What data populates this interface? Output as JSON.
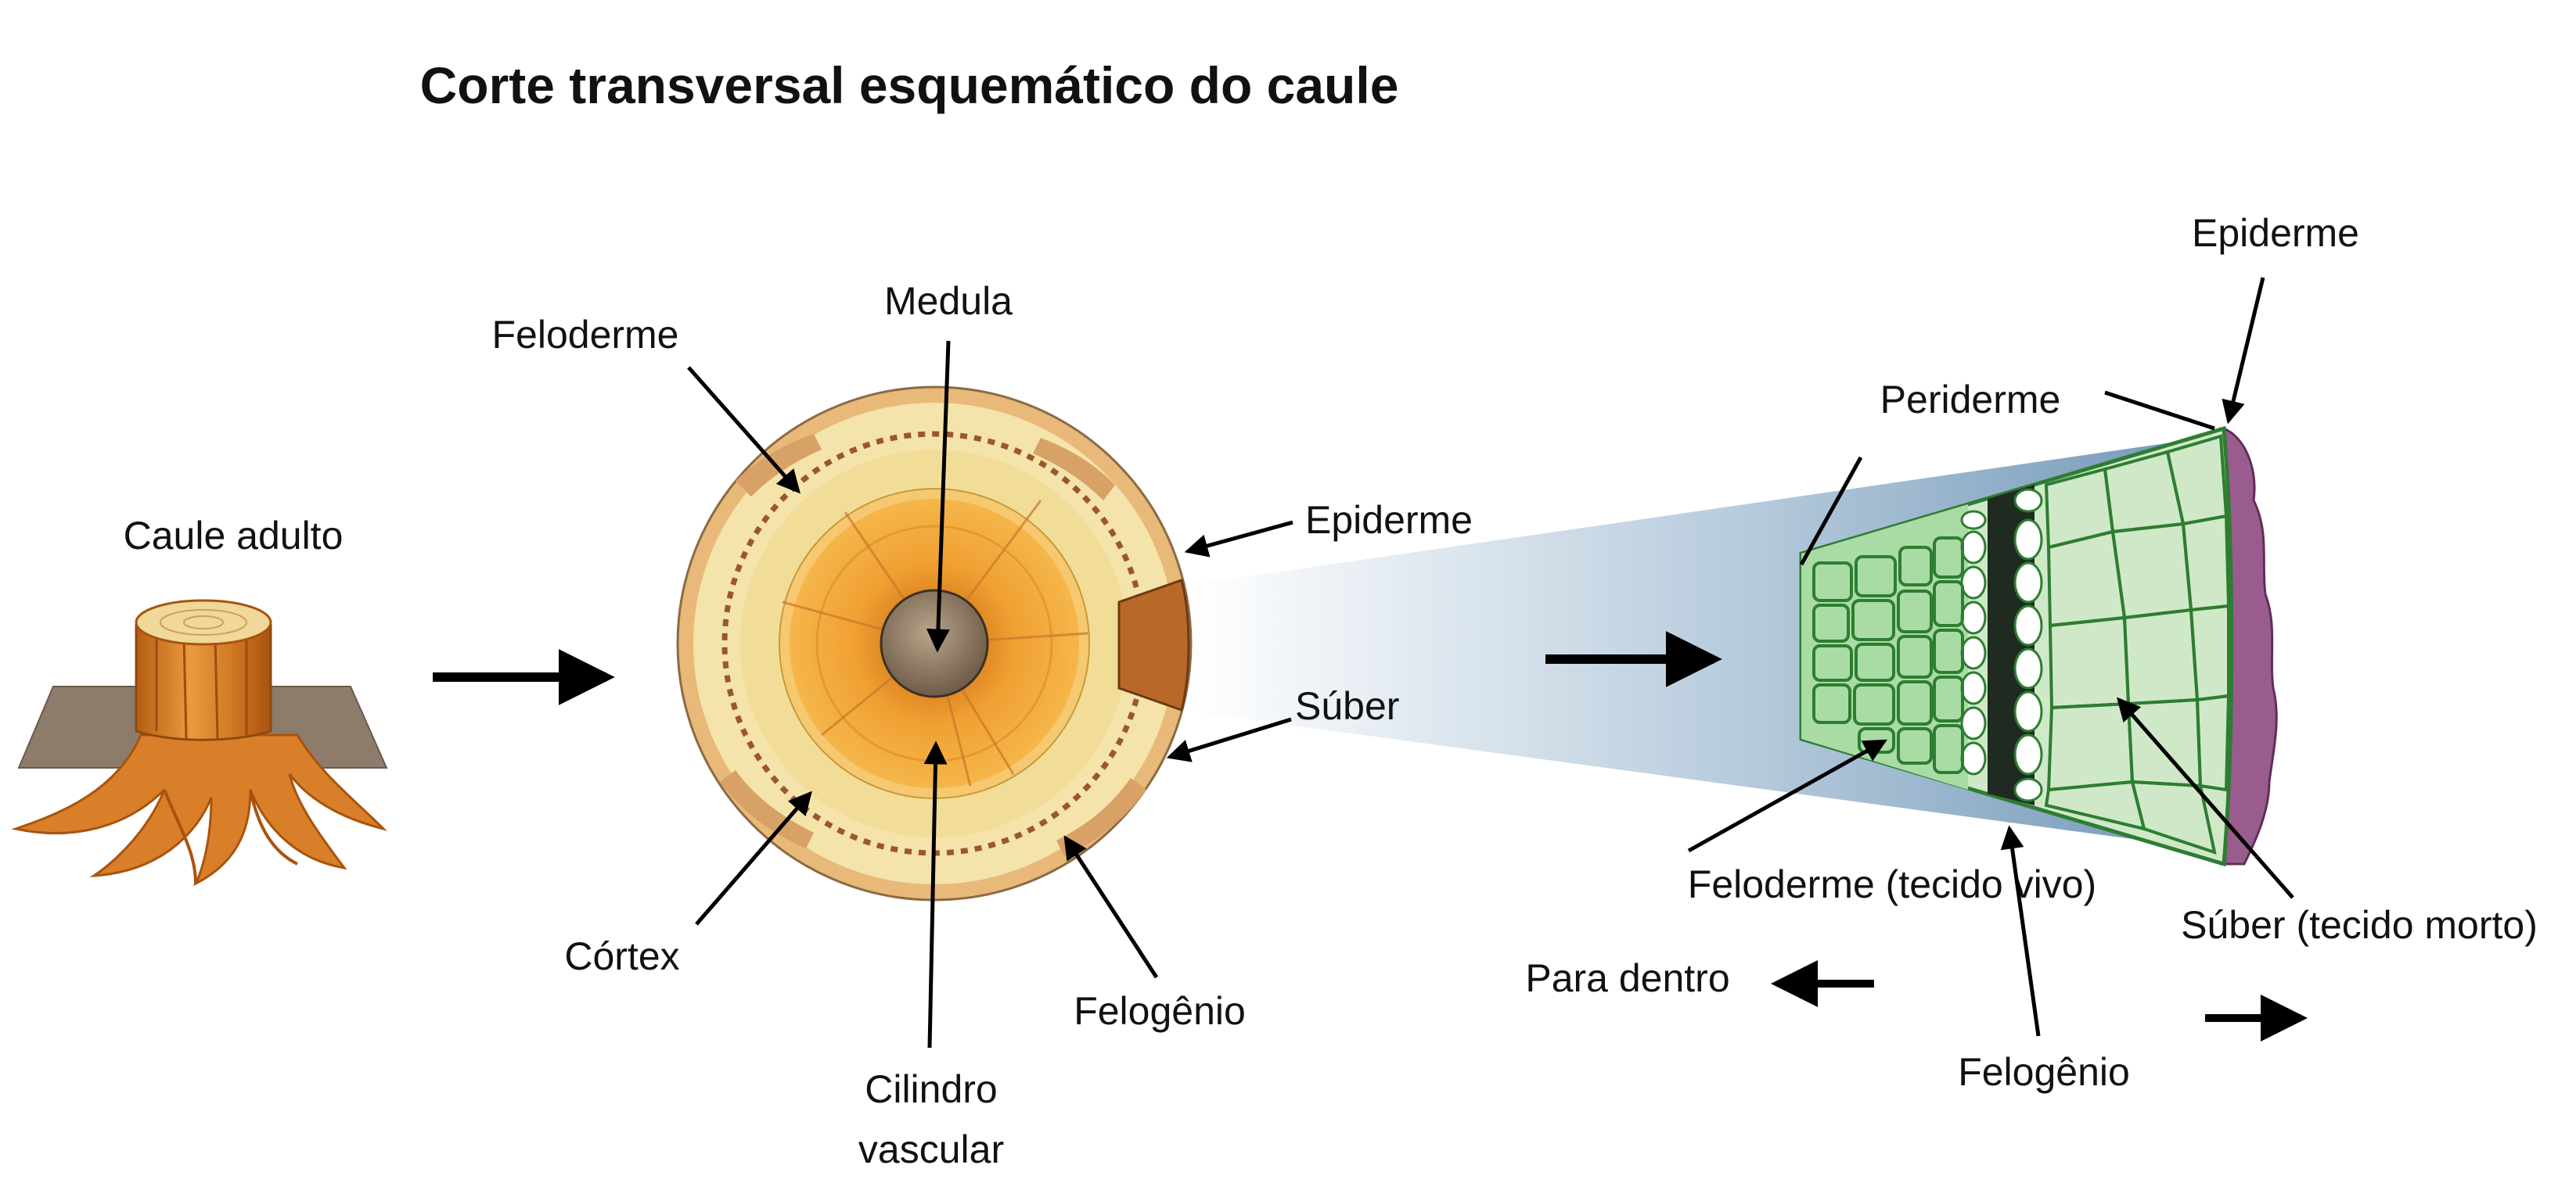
{
  "title": "Corte transversal esquemático do caule",
  "labels": {
    "caule_adulto": "Caule adulto",
    "medula": "Medula",
    "feloderme": "Feloderme",
    "epiderme": "Epiderme",
    "suber": "Súber",
    "cortex": "Córtex",
    "felogenio": "Felogênio",
    "cilindro_vascular_1": "Cilindro",
    "cilindro_vascular_2": "vascular",
    "periderme": "Periderme",
    "epiderme_right": "Epiderme",
    "feloderme_vivo": "Feloderme (tecido vivo)",
    "suber_morto": "Súber (tecido morto)",
    "para_dentro": "Para dentro",
    "felogenio_right": "Felogênio"
  },
  "colors": {
    "wood_light": "#f3e2a6",
    "wood_mid": "#f4a52a",
    "wood_dark": "#c86e10",
    "bark": "#d39a63",
    "pith": "#7a6a55",
    "cell_green": "#a9dca4",
    "cell_light": "#cfe9c8",
    "cell_border": "#2e7d32",
    "felogenio": "#1f2a20",
    "suber_purple": "#9a5c8e",
    "zoom_blue": "#7c9fbd"
  }
}
